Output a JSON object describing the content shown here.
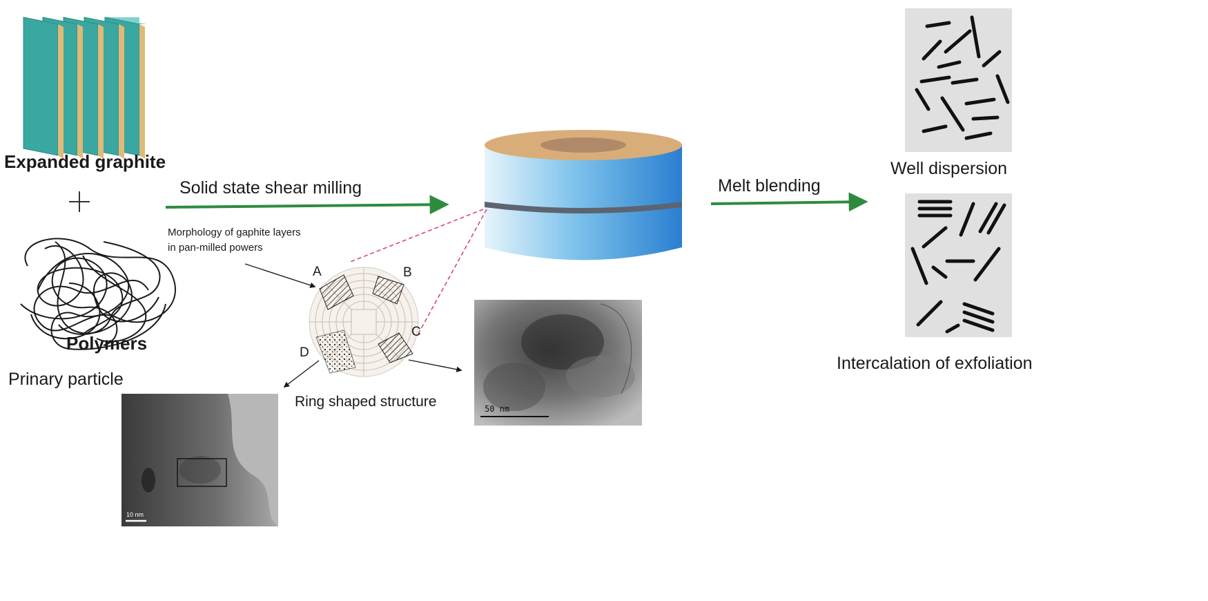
{
  "labels": {
    "expanded_graphite": "Expanded graphite",
    "plus": "+",
    "polymers": "Polymers",
    "primary_particle": "Prinary particle",
    "solid_state_shear_milling": "Solid state shear milling",
    "morphology_line1": "Morphology of gaphite layers",
    "morphology_line2": "in pan-milled powers",
    "ring_shaped_structure": "Ring shaped structure",
    "melt_blending": "Melt blending",
    "well_dispersion": "Well dispersion",
    "intercalation_exfoliation": "Intercalation of exfoliation"
  },
  "ring_sectors": [
    "A",
    "B",
    "C",
    "D"
  ],
  "tem_images": {
    "right_scale": "50 nm",
    "left_scale": "10 nm"
  },
  "colors": {
    "arrow_green": "#2e8b3e",
    "graphite_teal": "#3aa7a0",
    "mill_blue": "#3d8fd8",
    "mill_top": "#d9ad79",
    "panel_gray": "#e0e0e0",
    "dashed_pink": "#d64a6a"
  }
}
